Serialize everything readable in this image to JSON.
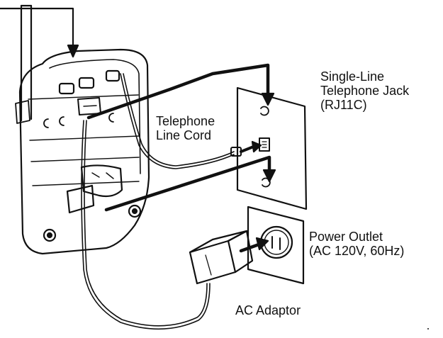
{
  "labels": {
    "jack": [
      "Single-Line",
      "Telephone Jack",
      "(RJ11C)"
    ],
    "cord": [
      "Telephone",
      "Line Cord"
    ],
    "outlet": [
      "Power Outlet",
      "(AC 120V, 60Hz)"
    ],
    "adaptor": [
      "AC Adaptor"
    ]
  },
  "colors": {
    "ink": "#111111",
    "paper": "#ffffff"
  }
}
